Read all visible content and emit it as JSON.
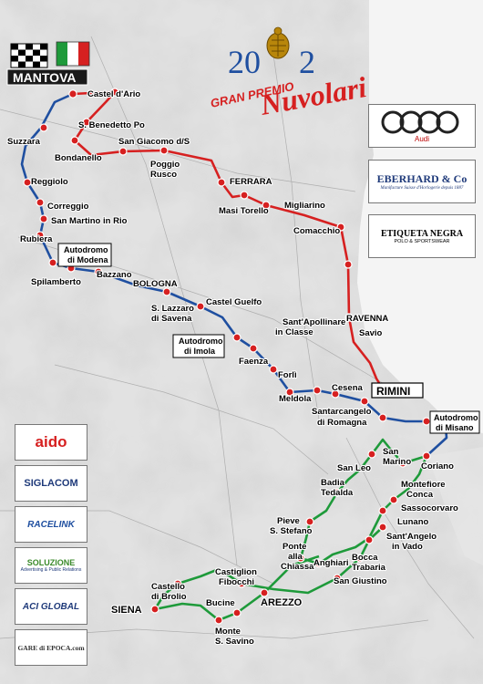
{
  "header": {
    "city": "MANTOVA",
    "year": "2012",
    "year_left": "20",
    "year_right": "2",
    "title_line1": "GRAN PREMIO",
    "title_line2": "Nuvolari"
  },
  "colors": {
    "red_route": "#d62020",
    "blue_route": "#1f4fa0",
    "green_route": "#1e9a3a",
    "checkpoint": "#d62020"
  },
  "sponsors_right": [
    {
      "name": "audi-logo",
      "label": "Audi"
    },
    {
      "name": "eberhard-logo",
      "label": "EBERHARD & Co",
      "sub": "Manifacture Suisse d'Horlogerie depuis 1887"
    },
    {
      "name": "etiqueta-negra-logo",
      "label": "ETIQUETA NEGRA",
      "sub": "POLO & SPORTSWEAR"
    }
  ],
  "sponsors_left": [
    {
      "name": "aido-logo",
      "label": "aido"
    },
    {
      "name": "siglacom-logo",
      "label": "SIGLACOM"
    },
    {
      "name": "racelink-logo",
      "label": "RACELINK"
    },
    {
      "name": "soluzione-logo",
      "label": "SOLUZIONE",
      "sub": "Advertising & Public Relations"
    },
    {
      "name": "aci-global-logo",
      "label": "ACI GLOBAL"
    },
    {
      "name": "gare-epoca-logo",
      "label": "GARE di EPOCA.com"
    }
  ],
  "boxed_labels": {
    "autodromo_modena": [
      "Autodromo",
      "di Modena"
    ],
    "autodromo_imola": [
      "Autodromo",
      "di Imola"
    ],
    "autodromo_misano": [
      "Autodromo",
      "di Misano"
    ],
    "rimini": "RIMINI"
  },
  "places": {
    "castel_dario": "Castel d'Ario",
    "benedetto": "S. Benedetto Po",
    "suzzara": "Suzzara",
    "san_giacomo": "San Giacomo d/S",
    "bondanello": "Bondanello",
    "poggio": [
      "Poggio",
      "Rusco"
    ],
    "reggiolo": "Reggiolo",
    "ferrara": "FERRARA",
    "correggio": "Correggio",
    "san_martino": "San Martino in Rio",
    "masi": "Masi Torello",
    "migliarino": "Migliarino",
    "rubiera": "Rubiera",
    "comacchio": "Comacchio",
    "spilamberto": "Spilamberto",
    "bazzano": "Bazzano",
    "bologna": "BOLOGNA",
    "castel_guelfo": "Castel Guelfo",
    "lazzaro": [
      "S. Lazzaro",
      "di Savena"
    ],
    "ravenna": "RAVENNA",
    "savio": "Savio",
    "apollinare": [
      "Sant'Apollinare",
      "in Classe"
    ],
    "faenza": "Faenza",
    "forli": "Forlì",
    "meldola": "Meldola",
    "cesena": "Cesena",
    "santarcangelo": [
      "Santarcangelo",
      "di Romagna"
    ],
    "san_leo": "San Leo",
    "san_marino": [
      "San",
      "Marino"
    ],
    "coriano": "Coriano",
    "montefiore": [
      "Montefiore",
      "Conca"
    ],
    "badia": [
      "Badia",
      "Tedalda"
    ],
    "sassocorvaro": "Sassocorvaro",
    "pieve": [
      "Pieve",
      "S. Stefano"
    ],
    "lunano": "Lunano",
    "santangelo": [
      "Sant'Angelo",
      "in Vado"
    ],
    "ponte": [
      "Ponte",
      "alla",
      "Chiassa"
    ],
    "bocca": [
      "Bocca",
      "Trabaria"
    ],
    "anghiari": "Anghiari",
    "castiglion": [
      "Castiglion",
      "Fibocchi"
    ],
    "san_giustino": "San Giustino",
    "castello_brolio": [
      "Castello",
      "di Brolio"
    ],
    "bucine": "Bucine",
    "arezzo": "AREZZO",
    "siena": "SIENA",
    "monte_savino": [
      "Monte",
      "S. Savino"
    ]
  }
}
